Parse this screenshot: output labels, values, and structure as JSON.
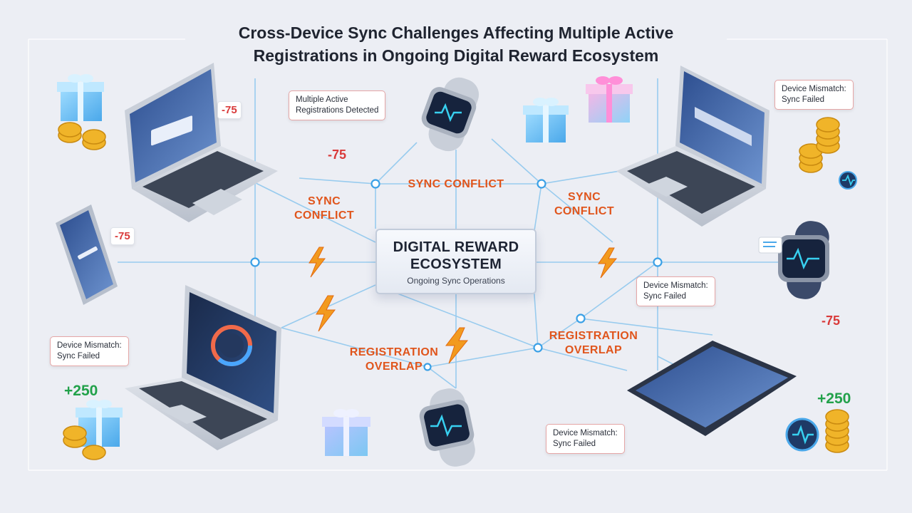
{
  "title": {
    "line1": "Cross-Device Sync Challenges Affecting Multiple Active",
    "line2": "Registrations in Ongoing Digital Reward Ecosystem"
  },
  "hub": {
    "line1": "DIGITAL REWARD",
    "line2": "ECOSYSTEM",
    "subtitle": "Ongoing Sync Operations"
  },
  "callouts": {
    "multiple_active": {
      "line1": "Multiple Active",
      "line2": "Registrations Detected"
    },
    "mismatch_top_right": {
      "line1": "Device Mismatch:",
      "line2": "Sync Failed"
    },
    "mismatch_middle_right": {
      "line1": "Device Mismatch:",
      "line2": "Sync Failed"
    },
    "mismatch_left": {
      "line1": "Device Mismatch:",
      "line2": "Sync Failed"
    },
    "mismatch_bottom": {
      "line1": "Device Mismatch:",
      "line2": "Sync Failed"
    }
  },
  "conflicts": {
    "sync_left": {
      "line1": "SYNC",
      "line2": "CONFLICT"
    },
    "sync_top": {
      "line1": "SYNC CONFLICT"
    },
    "sync_right": {
      "line1": "SYNC",
      "line2": "CONFLICT"
    },
    "overlap_left": {
      "line1": "REGISTRATION",
      "line2": "OVERLAP"
    },
    "overlap_right": {
      "line1": "REGISTRATION",
      "line2": "OVERLAP"
    }
  },
  "points": {
    "laptop_bubble": "-75",
    "phone_bubble": "-75",
    "center_top": "-75",
    "right_middle": "-75",
    "left_bottom": "+250",
    "right_bottom": "+250"
  },
  "colors": {
    "line": "#8fc8ee",
    "node": "#3aa0e6",
    "conflict": "#e0551c",
    "negative": "#d93a3a",
    "positive": "#22a14a",
    "bolt": "#f29a1e",
    "coin": "#f0b429"
  }
}
